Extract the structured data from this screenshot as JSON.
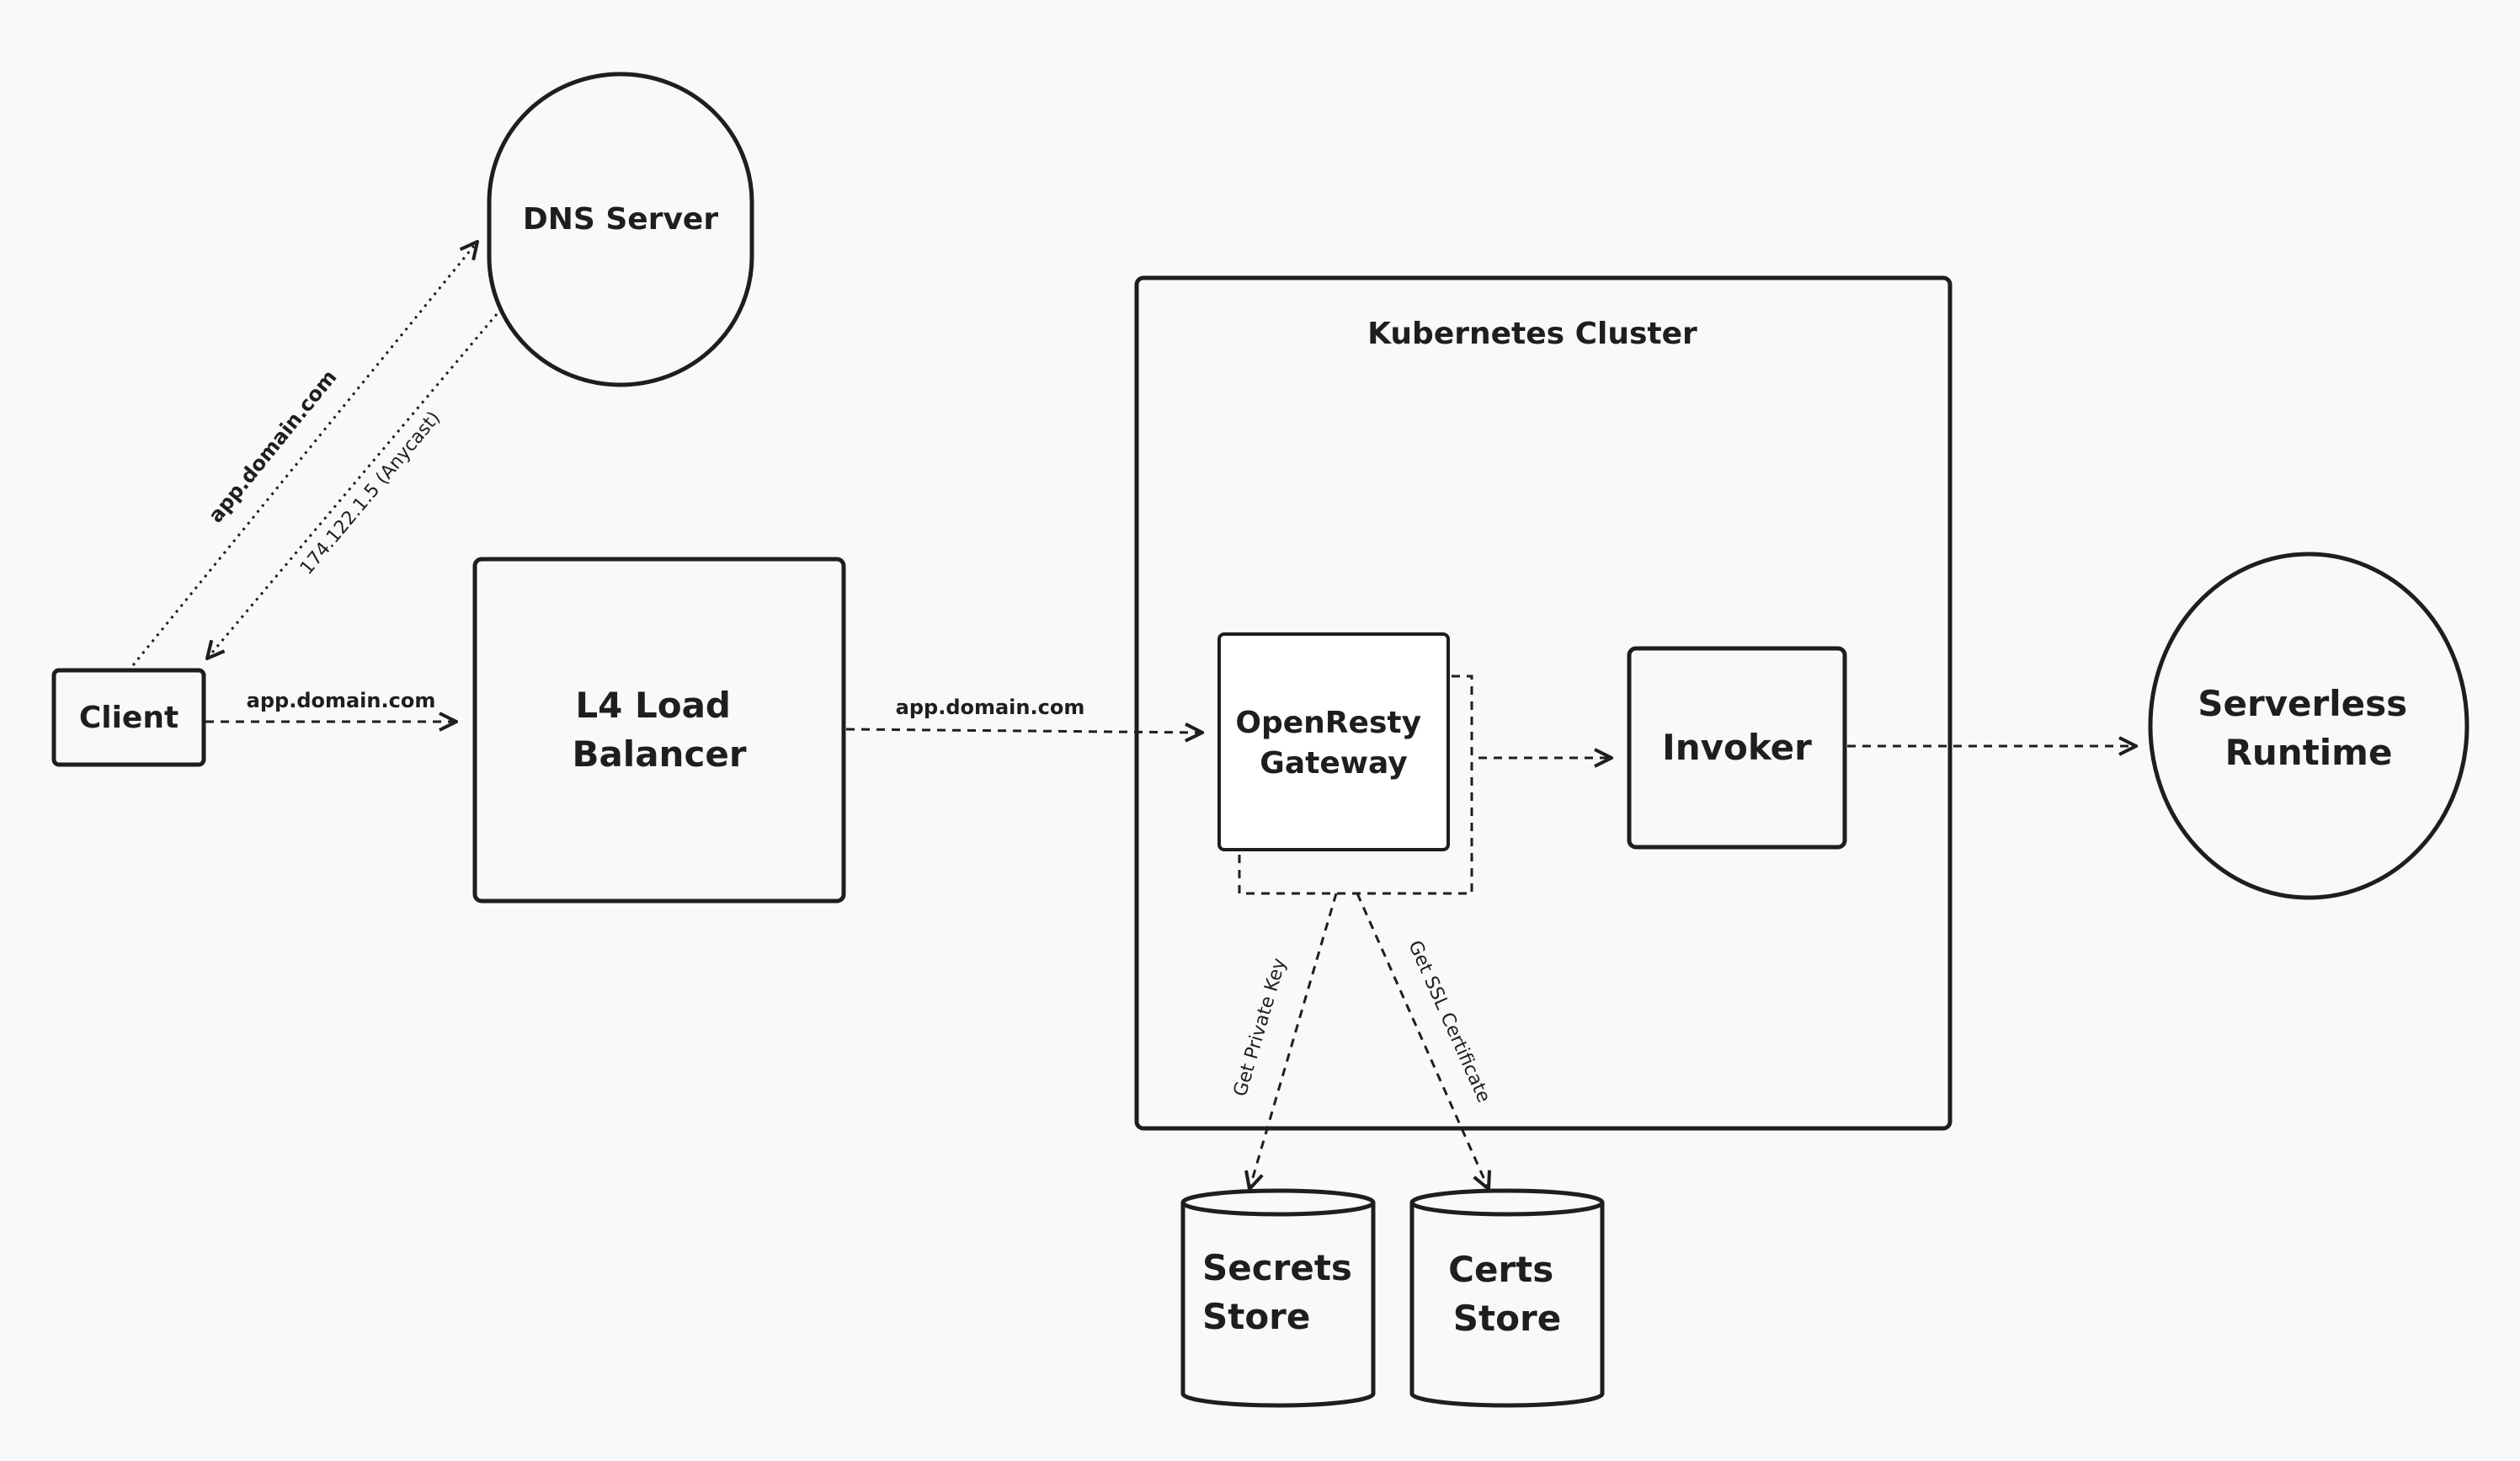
{
  "diagram": {
    "nodes": {
      "dns_server": "DNS Server",
      "client": "Client",
      "l4_load_balancer": [
        "L4 Load",
        "Balancer"
      ],
      "kubernetes_cluster": "Kubernetes Cluster",
      "openresty_gateway": [
        "OpenResty",
        "Gateway"
      ],
      "invoker": "Invoker",
      "serverless_runtime": [
        "Serverless",
        "Runtime"
      ],
      "secrets_store": [
        "Secrets",
        "Store"
      ],
      "certs_store": [
        "Certs",
        "Store"
      ]
    },
    "edges": {
      "client_to_dns": "app.domain.com",
      "dns_to_client": "174.122.1.5 (Anycast)",
      "client_to_lb": "app.domain.com",
      "lb_to_gateway": "app.domain.com",
      "gateway_to_secrets": "Get Private Key",
      "gateway_to_certs": "Get SSL Certificate"
    }
  }
}
